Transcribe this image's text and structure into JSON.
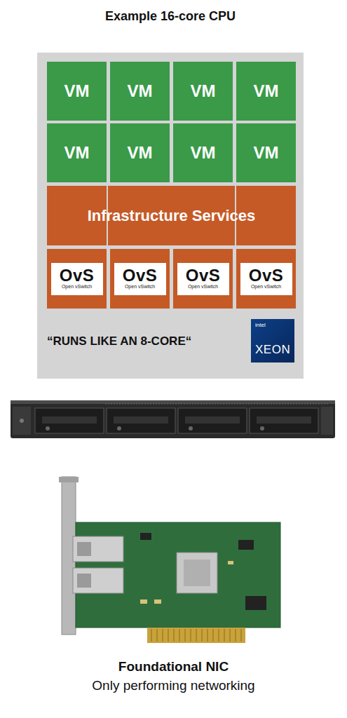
{
  "diagram": {
    "caption": "Foundational NIC",
    "nodes": [
      {
        "text": [
          "Example 16-core CPU",
          "“RUNS LIKE AN 8-CORE“"
        ]
      },
      {
        "text": [
          "VM"
        ],
        "in": 0
      },
      {
        "text": [
          "VM"
        ],
        "in": 0
      },
      {
        "text": [
          "VM"
        ],
        "in": 0
      },
      {
        "text": [
          "VM"
        ],
        "in": 0
      },
      {
        "text": [
          "VM"
        ],
        "in": 0
      },
      {
        "text": [
          "VM"
        ],
        "in": 0
      },
      {
        "text": [
          "VM"
        ],
        "in": 0
      },
      {
        "text": [
          "VM"
        ],
        "in": 0
      },
      {
        "text": [
          "Infrastructure Services"
        ],
        "in": 0
      },
      {
        "text": [
          "OvS",
          "Open vSwitch"
        ],
        "in": 0
      },
      {
        "text": [
          "OvS",
          "Open vSwitch"
        ],
        "in": 0
      },
      {
        "text": [
          "OvS",
          "Open vSwitch"
        ],
        "in": 0
      },
      {
        "text": [
          "OvS",
          "Open vSwitch"
        ],
        "in": 0
      },
      {
        "text": [
          "intel",
          "XEON"
        ],
        "in": 0
      }
    ],
    "labels": [
      "Only performing networking"
    ]
  }
}
